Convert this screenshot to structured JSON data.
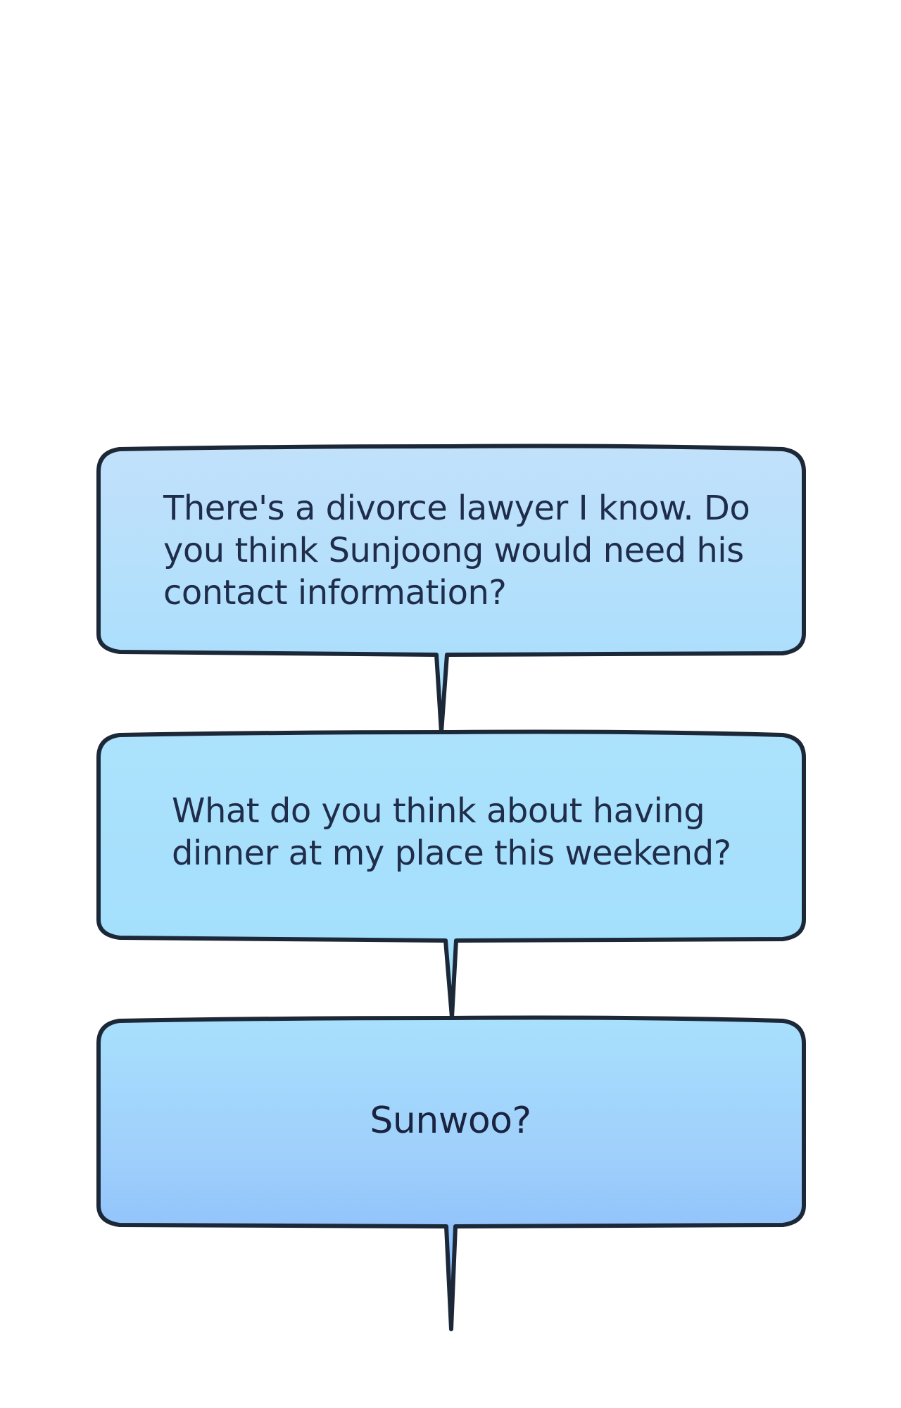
{
  "bubbles": [
    {
      "text": "There's a divorce lawyer I know. Do\nyou think Sunjoong would need his\ncontact information?"
    },
    {
      "text": "What do you think about having\ndinner at my place this weekend?"
    },
    {
      "text": "Sunwoo?"
    }
  ],
  "colors": {
    "bubble_top": "#bfe3fb",
    "bubble_mid": "#a6e0fc",
    "bubble_bottom_last": "#80b6fb",
    "outline": "#1c2838",
    "text": "#1f2d4a"
  }
}
